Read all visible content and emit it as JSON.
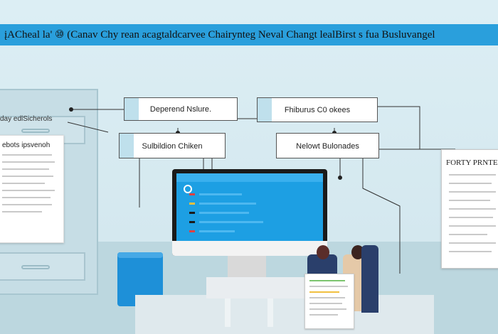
{
  "banner": {
    "text": "įACheal la' ⑩ (Canav Chy rean acagtaldcarvee Chairynteg Neval Changt lealBirst s fua Busluvangel"
  },
  "cabinet": {
    "label": "day edlSicherols",
    "document_title": "ebots ipsvenoh"
  },
  "flow_boxes": {
    "box1": "Deperend Nslure.",
    "box2": "Fhiburus C0 okees",
    "box3": "Sulbildion Chiken",
    "box4": "Nelowt Bulonades"
  },
  "document_right": {
    "title": "FORTY PRNTES"
  },
  "colors": {
    "banner": "#2a9fdc",
    "screen": "#1d9fe3",
    "bin": "#1e90d8",
    "box_stripe": "#bfe0ec",
    "wall": "#dceef4"
  }
}
